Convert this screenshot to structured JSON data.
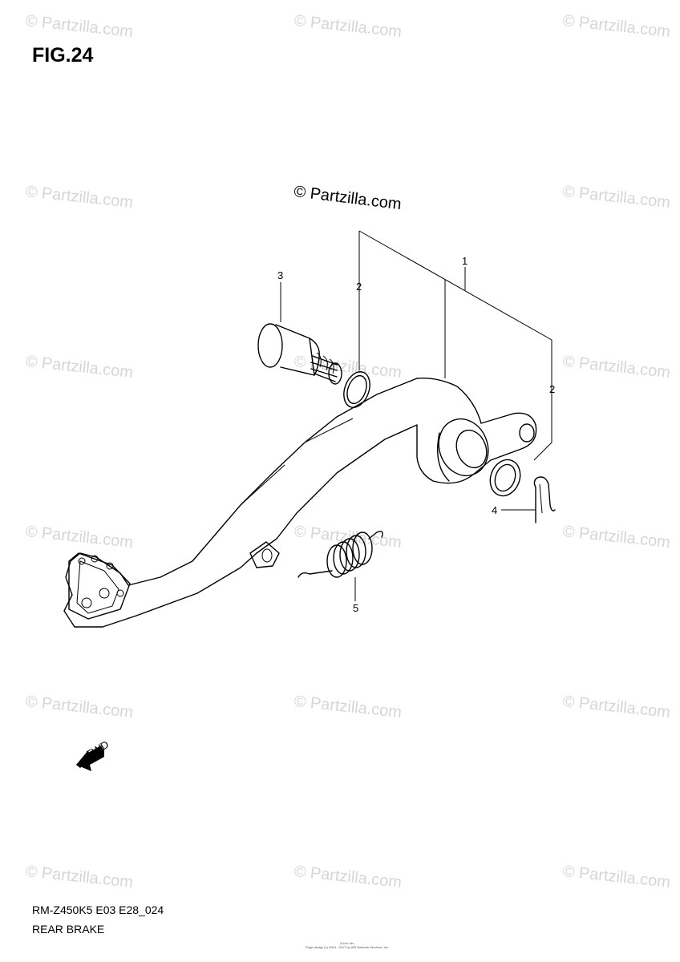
{
  "figure": {
    "title": "FIG.24"
  },
  "watermark": {
    "text": "© Partzilla.com",
    "color": "#d6d6d6"
  },
  "center_watermark": {
    "text": "© Partzilla.com"
  },
  "callouts": [
    {
      "id": "callout-1",
      "label": "1"
    },
    {
      "id": "callout-2a",
      "label": "2"
    },
    {
      "id": "callout-2b",
      "label": "2"
    },
    {
      "id": "callout-3",
      "label": "3"
    },
    {
      "id": "callout-4",
      "label": "4"
    },
    {
      "id": "callout-5",
      "label": "5"
    }
  ],
  "fwd_arrow": {
    "label": "FWD"
  },
  "footer": {
    "code": "RM-Z450K5 E03 E28_024",
    "title": "REAR BRAKE",
    "tiny_line_1": "Zoom Ver.",
    "tiny_line_2": "Page design (c) 2004 - 2017 by ARI Network Services, Inc."
  }
}
